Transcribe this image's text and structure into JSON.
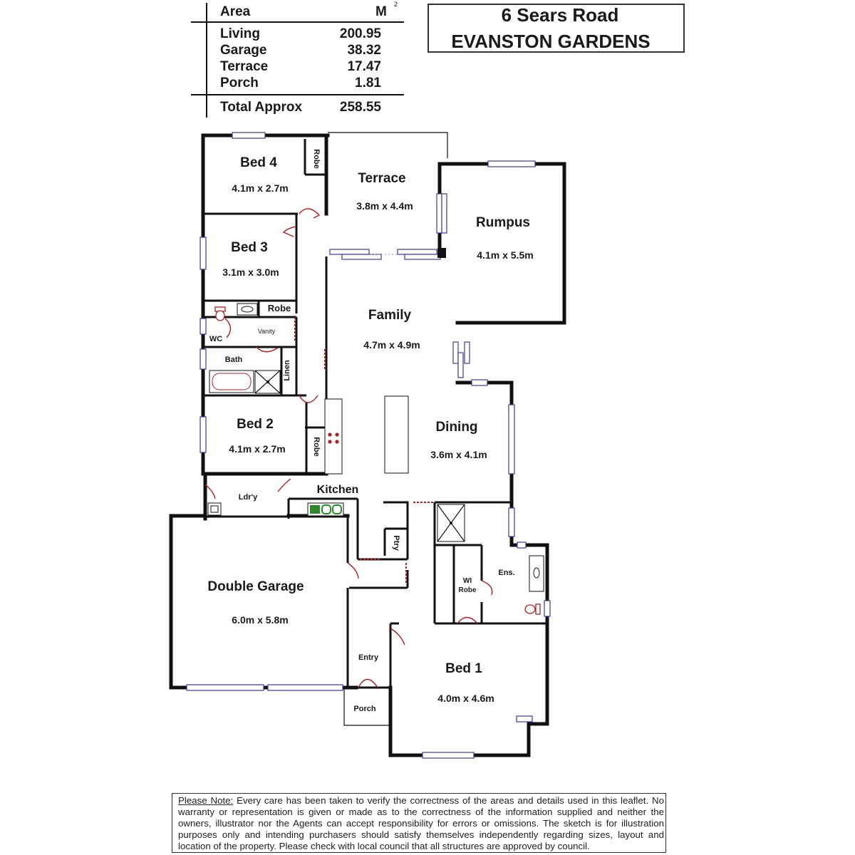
{
  "area_table": {
    "header": "Area",
    "unit": "M",
    "unit_sup": "2",
    "rows": [
      {
        "label": "Living",
        "value": "200.95"
      },
      {
        "label": "Garage",
        "value": "38.32"
      },
      {
        "label": "Terrace",
        "value": "17.47"
      },
      {
        "label": "Porch",
        "value": "1.81"
      }
    ],
    "total": {
      "label": "Total Approx",
      "value": "258.55"
    }
  },
  "address": {
    "line1": "6 Sears Road",
    "line2": "EVANSTON GARDENS"
  },
  "rooms": {
    "bed4": {
      "name": "Bed 4",
      "dims": "4.1m x 2.7m"
    },
    "bed3": {
      "name": "Bed 3",
      "dims": "3.1m x 3.0m"
    },
    "bed2": {
      "name": "Bed 2",
      "dims": "4.1m x 2.7m"
    },
    "bed1": {
      "name": "Bed 1",
      "dims": "4.0m x 4.6m"
    },
    "terrace": {
      "name": "Terrace",
      "dims": "3.8m x 4.4m"
    },
    "rumpus": {
      "name": "Rumpus",
      "dims": "4.1m x 5.5m"
    },
    "family": {
      "name": "Family",
      "dims": "4.7m x 4.9m"
    },
    "dining": {
      "name": "Dining",
      "dims": "3.6m x 4.1m"
    },
    "garage": {
      "name": "Double Garage",
      "dims": "6.0m x 5.8m"
    },
    "kitchen": {
      "name": "Kitchen"
    }
  },
  "labels": {
    "robe": "Robe",
    "wc": "WC",
    "vanity": "Vanity",
    "bath": "Bath",
    "linen": "Linen",
    "laundry": "Ldr'y",
    "pantry": "Ptry",
    "ensuite": "Ens.",
    "wi_robe_1": "WI",
    "wi_robe_2": "Robe",
    "entry": "Entry",
    "porch": "Porch"
  },
  "note": {
    "lead": "Please Note:",
    "text": " Every care has been taken to verify the correctness of the areas and details used in this leaflet. No warranty or representation is given or made as to the correctness of the information supplied and neither the owners, illustrator nor the Agents can accept responsibility for errors or omissions. The sketch is for illustration purposes only and intending purchasers should satisfy themselves independently regarding sizes, layout and location of the property. Please check with local council that all structures are approved by council."
  },
  "colors": {
    "wall": "#111111",
    "window": "#3a3aa0",
    "door": "#b21e1e",
    "sink": "#2a8a2a"
  }
}
